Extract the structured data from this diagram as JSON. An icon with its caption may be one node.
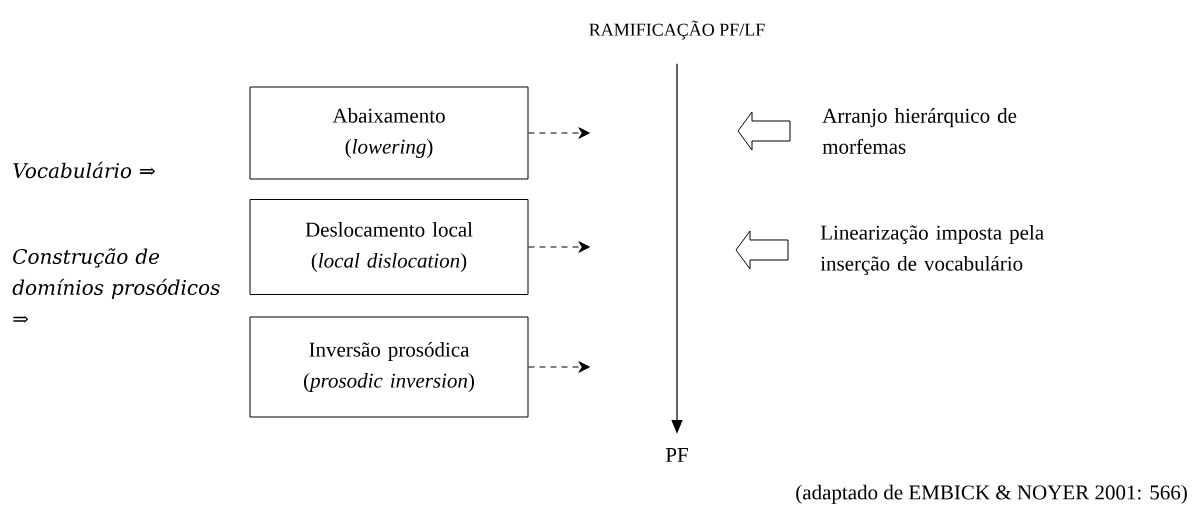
{
  "diagram": {
    "caption": "(adaptado de EMBICK & NOYER 2001: 566)",
    "nodes": [
      {
        "text": [
          "RAMIFICAÇÃO PF/LF"
        ]
      },
      {
        "text": [
          "PF"
        ]
      },
      {
        "text": [
          "Abaixamento (*lowering*)"
        ]
      },
      {
        "text": [
          "Deslocamento local (*local dislocation*)"
        ]
      },
      {
        "text": [
          "Inversão prosódica (*prosodic inversion*)"
        ]
      },
      {
        "text": [
          "Arranjo hierárquico de morfemas"
        ]
      },
      {
        "text": [
          "Linearização imposta pela inserção de vocabulário"
        ]
      }
    ],
    "edges": [
      {
        "from": 0,
        "to": 1,
        "arrow": "to"
      },
      {
        "from": 2,
        "to": null,
        "arrow": "to",
        "style": "dashed"
      },
      {
        "from": 3,
        "to": null,
        "arrow": "to",
        "style": "dashed"
      },
      {
        "from": 4,
        "to": null,
        "arrow": "to",
        "style": "dashed"
      },
      {
        "from": 5,
        "to": null,
        "arrow": "to"
      },
      {
        "from": 6,
        "to": null,
        "arrow": "to"
      }
    ],
    "labels": [
      "Vocabulário ⇒",
      "Construção de domínios prosódicos ⇒"
    ]
  }
}
